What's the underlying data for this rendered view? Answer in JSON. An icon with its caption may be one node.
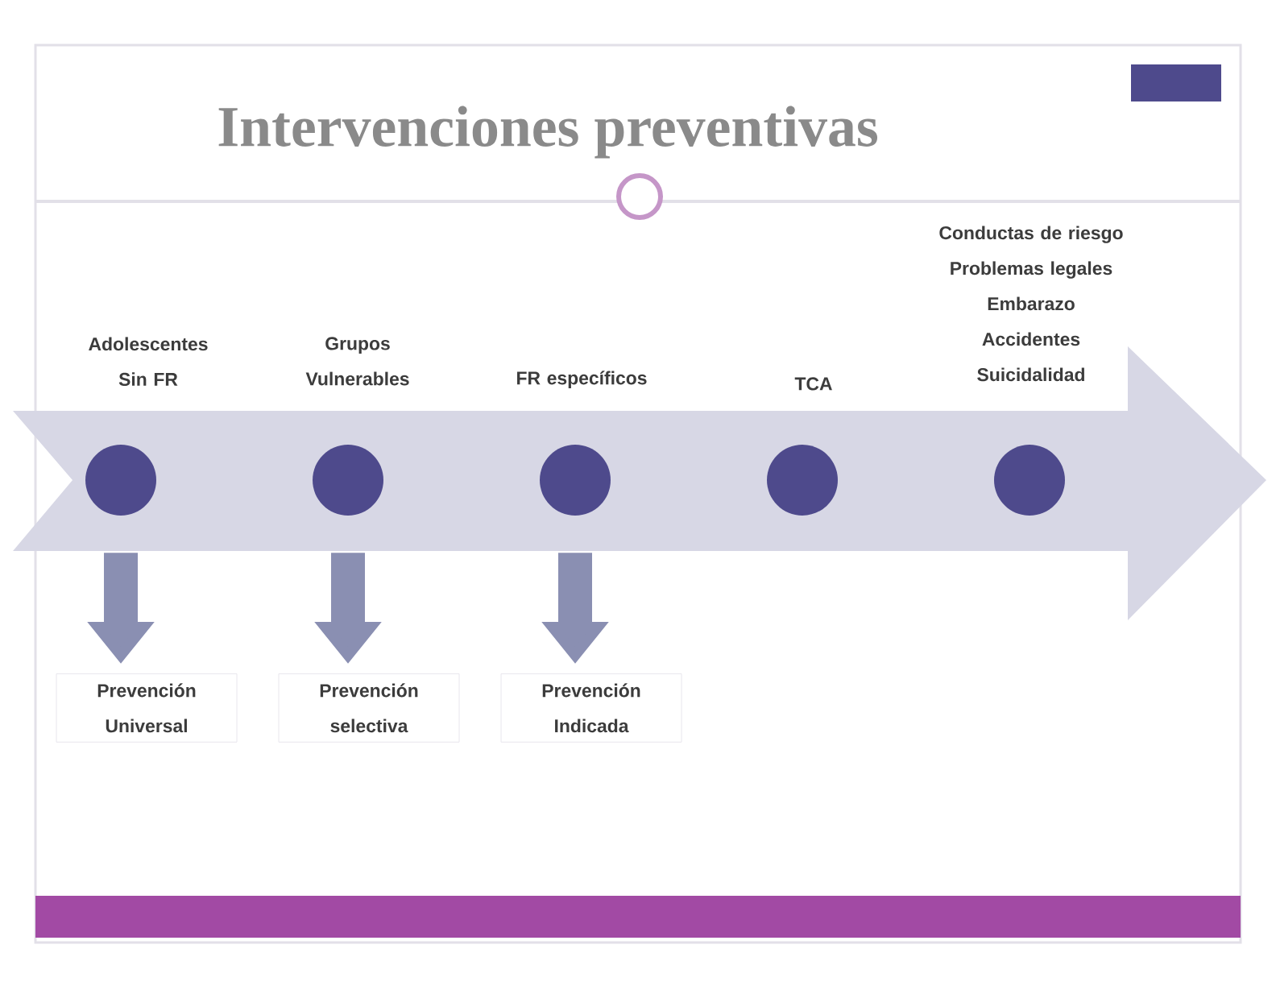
{
  "diagram": {
    "title": "Intervenciones preventivas",
    "nodes": [
      {
        "text": [],
        "shape": "circle",
        "beside": [
          "Adolescentes Sin FR"
        ]
      },
      {
        "text": [],
        "shape": "circle",
        "beside": [
          "Grupos Vulnerables"
        ]
      },
      {
        "text": [],
        "shape": "circle",
        "beside": [
          "FR específicos"
        ]
      },
      {
        "text": [],
        "shape": "circle",
        "beside": [
          "TCA"
        ]
      },
      {
        "text": [],
        "shape": "circle",
        "beside": [
          "Conductas de riesgo",
          "Problemas legales",
          "Embarazo",
          "Accidentes",
          "Suicidalidad"
        ]
      },
      {
        "text": [
          "Prevención Universal"
        ]
      },
      {
        "text": [
          "Prevención selectiva"
        ]
      },
      {
        "text": [
          "Prevención Indicada"
        ]
      }
    ],
    "edges": [
      {
        "from": 0,
        "to": 5,
        "arrow": "to"
      },
      {
        "from": 1,
        "to": 6,
        "arrow": "to"
      },
      {
        "from": 2,
        "to": 7,
        "arrow": "to"
      }
    ]
  }
}
